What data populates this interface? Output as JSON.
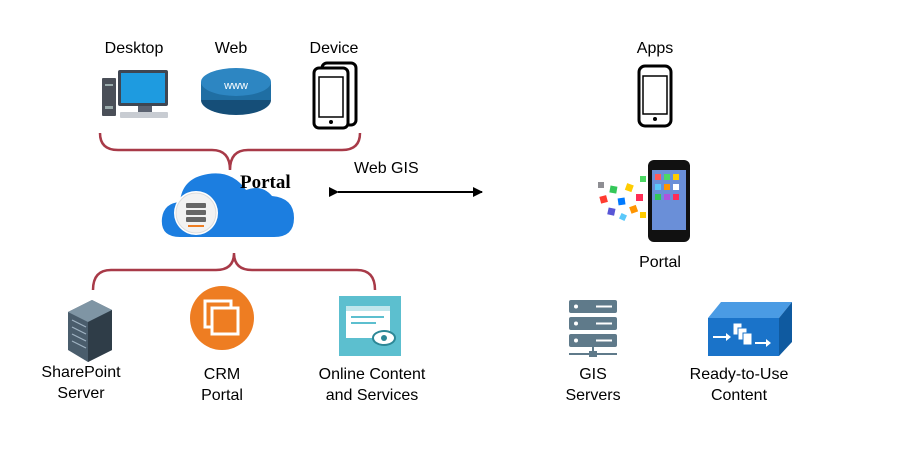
{
  "left": {
    "clients": {
      "desktop": "Desktop",
      "web": "Web",
      "web_icon_text": "www",
      "device": "Device"
    },
    "portal_label": "Portal",
    "services": {
      "sharepoint": [
        "SharePoint",
        "Server"
      ],
      "crm": [
        "CRM",
        "Portal"
      ],
      "online": [
        "Online Content",
        "and Services"
      ]
    }
  },
  "link_label": "Web GIS",
  "right": {
    "apps": "Apps",
    "portal_label": "Portal",
    "gis": [
      "GIS",
      "Servers"
    ],
    "ready": [
      "Ready-to-Use",
      "Content"
    ]
  },
  "colors": {
    "bracket": "#a83a48",
    "cloud": "#1c7ee0",
    "crm": "#ee7d22",
    "online": "#5cbfcf",
    "ready": "#1a73c9",
    "server_rack": "#5f7a8a"
  },
  "icons": {
    "desktop": "desktop-computer-icon",
    "web": "www-globe-icon",
    "device": "mobile-devices-icon",
    "cloud": "cloud-server-icon",
    "sharepoint": "server-rack-icon",
    "crm": "crm-window-icon",
    "online": "web-content-icon",
    "apps": "smartphone-icon",
    "portal": "phone-apps-icon",
    "gis": "server-stack-icon",
    "ready": "content-cube-icon"
  }
}
